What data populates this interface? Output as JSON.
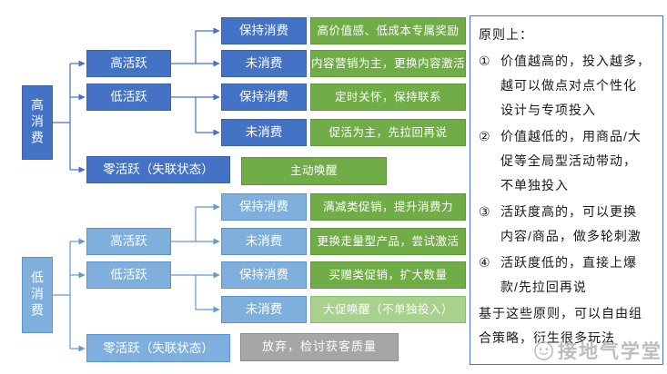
{
  "colors": {
    "dark_blue": "#4472C4",
    "light_blue": "#7FAFDC",
    "green": "#70AD47",
    "light_green": "#A9D18E",
    "gray_box": "#A6A6A6",
    "top_connector": "#4472C4",
    "bottom_connector": "#6398D4",
    "panel_border": "#4472C4",
    "watermark_gray": "#ADADAD"
  },
  "tree_high": {
    "root": "高消费",
    "branch_high": "高活跃",
    "branch_low": "低活跃",
    "branch_zero": "零活跃（失联状态）",
    "leaves": [
      "保持消费",
      "未消费",
      "保持消费",
      "未消费"
    ],
    "strategies": [
      "高价值感、低成本专属奖励",
      "内容营销为主，更换内容激活",
      "定时关怀，保持联系",
      "促活为主，先拉回再说"
    ],
    "zero_strategy": "主动唤醒"
  },
  "tree_low": {
    "root": "低消费",
    "branch_high": "高活跃",
    "branch_low": "低活跃",
    "branch_zero": "零活跃（失联状态）",
    "leaves": [
      "保持消费",
      "未消费",
      "保持消费",
      "未消费"
    ],
    "strategies": [
      "满减类促销，提升消费力",
      "更换走量型产品，尝试激活",
      "买赠类促销，扩大数量",
      "大促唤醒（不单独投入）"
    ],
    "zero_strategy": "放弃，检讨获客质量"
  },
  "principles": {
    "title": "原则上：",
    "items": [
      {
        "num": "①",
        "text": "价值越高的，投入越多，\n越可以做点对点个性化\n设计与专项投入"
      },
      {
        "num": "②",
        "text": "价值越低的，用商品/大\n促等全局型活动带动，\n不单独投入"
      },
      {
        "num": "③",
        "text": "活跃度高的，可以更换\n内容/商品，做多轮刺激"
      },
      {
        "num": "④",
        "text": "活跃度低的，直接上爆\n款/先拉回再说"
      }
    ],
    "footer": "基于这些原则，可以自由组\n合策略，衍生很多玩法"
  },
  "watermark": {
    "icon": "smiley-logo",
    "text": "接地气学堂"
  }
}
